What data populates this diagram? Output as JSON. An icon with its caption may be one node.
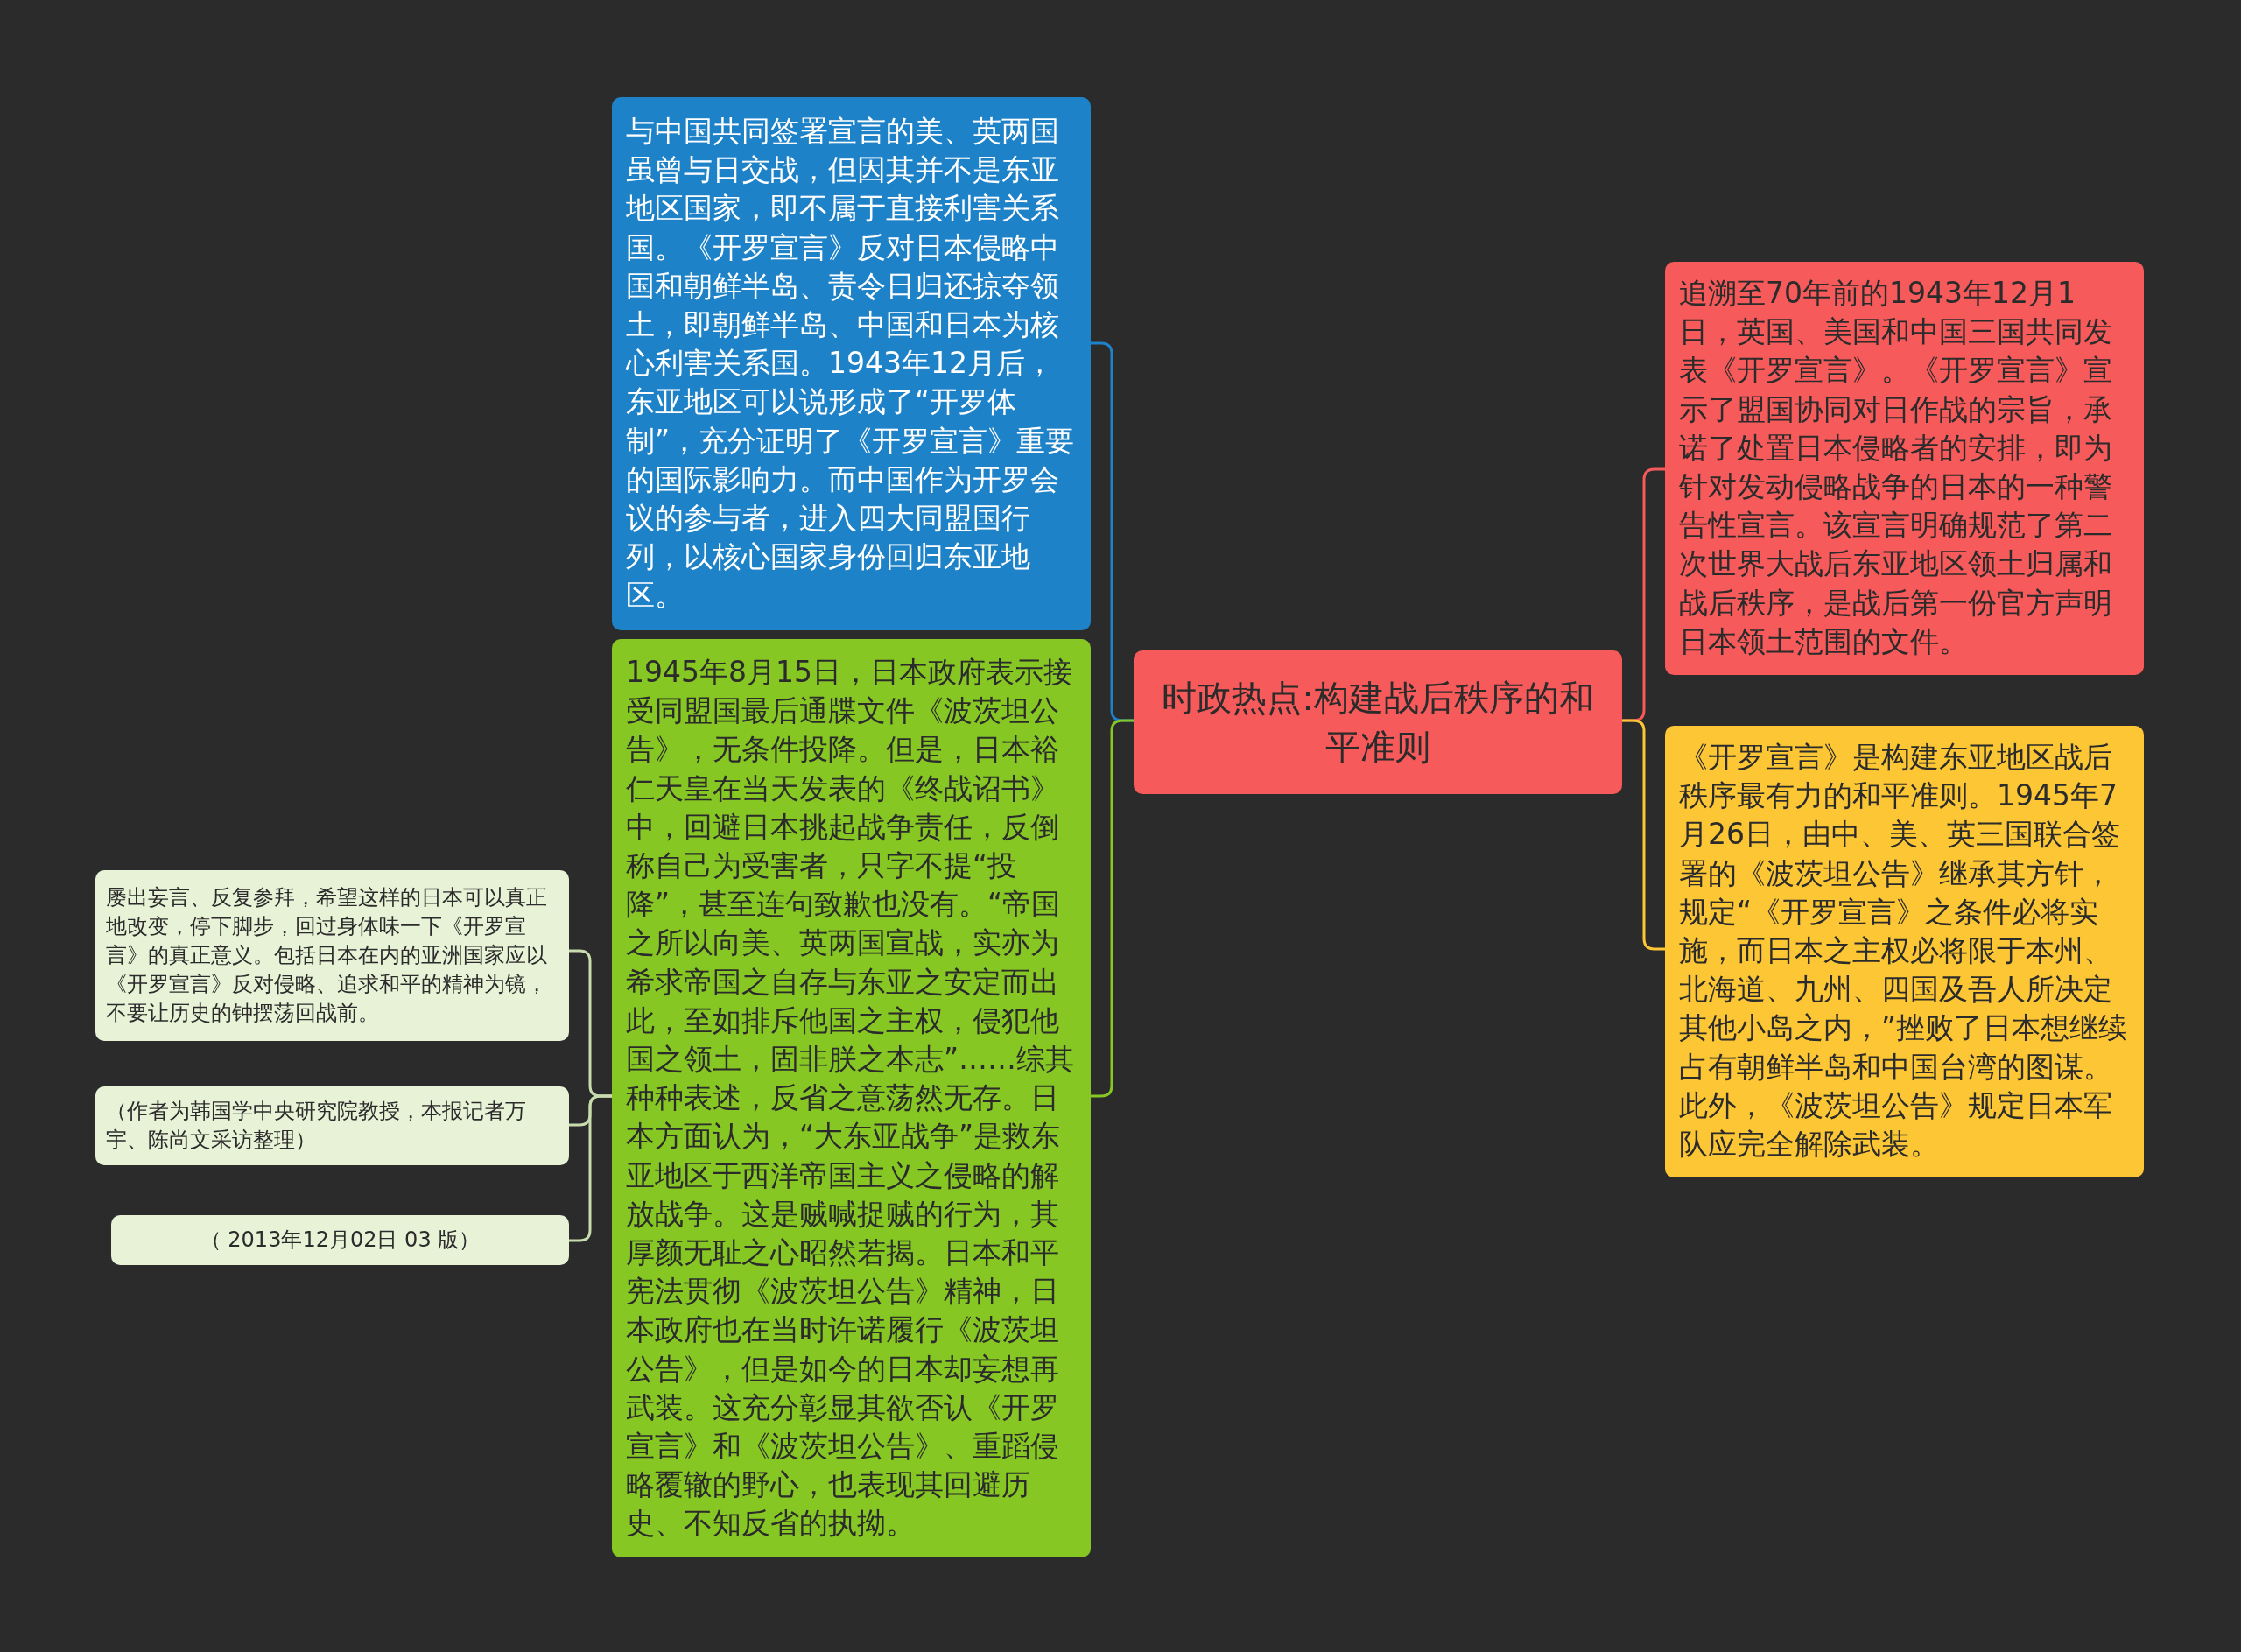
{
  "diagram": {
    "nodes": [
      {
        "text": [
          "时政热点:构建战后秩序的和平准则"
        ]
      },
      {
        "text": [
          "与中国共同签署宣言的美、英两国虽曾与日交战，但因其并不是东亚地区国家，即不属于直接利害关系国。《开罗宣言》反对日本侵略中国和朝鲜半岛、责令日归还掠夺领土，即朝鲜半岛、中国和日本为核心利害关系国。1943年12月后，东亚地区可以说形成了“开罗体制”，充分证明了《开罗宣言》重要的国际影响力。而中国作为开罗会议的参与者，进入四大同盟国行列，以核心国家身份回归东亚地区。"
        ]
      },
      {
        "text": [
          "1945年8月15日，日本政府表示接受同盟国最后通牒文件《波茨坦公告》，无条件投降。但是，日本裕仁天皇在当天发表的《终战诏书》中，回避日本挑起战争责任，反倒称自己为受害者，只字不提“投降”，甚至连句致歉也没有。“帝国之所以向美、英两国宣战，实亦为希求帝国之自存与东亚之安定而出此，至如排斥他国之主权，侵犯他国之领土，固非朕之本志”……综其种种表述，反省之意荡然无存。日本方面认为，“大东亚战争”是救东亚地区于西洋帝国主义之侵略的解放战争。这是贼喊捉贼的行为，其厚颜无耻之心昭然若揭。日本和平宪法贯彻《波茨坦公告》精神，日本政府也在当时许诺履行《波茨坦公告》，但是如今的日本却妄想再武装。这充分彰显其欲否认《开罗宣言》和《波茨坦公告》、重蹈侵略覆辙的野心，也表现其回避历史、不知反省的执拗。"
        ]
      },
      {
        "text": [
          "屡出妄言、反复参拜，希望这样的日本可以真正地改变，停下脚步，回过身体味一下《开罗宣言》的真正意义。包括日本在内的亚洲国家应以《开罗宣言》反对侵略、追求和平的精神为镜，不要让历史的钟摆荡回战前。"
        ]
      },
      {
        "text": [
          "（作者为韩国学中央研究院教授，本报记者万宇、陈尚文采访整理）"
        ]
      },
      {
        "text": [
          "（ 2013年12月02日 03 版）"
        ]
      },
      {
        "text": [
          "追溯至70年前的1943年12月1日，英国、美国和中国三国共同发表《开罗宣言》。《开罗宣言》宣示了盟国协同对日作战的宗旨，承诺了处置日本侵略者的安排，即为针对发动侵略战争的日本的一种警告性宣言。该宣言明确规范了第二次世界大战后东亚地区领土归属和战后秩序，是战后第一份官方声明日本领土范围的文件。"
        ]
      },
      {
        "text": [
          "《开罗宣言》是构建东亚地区战后秩序最有力的和平准则。1945年7月26日，由中、美、英三国联合签署的《波茨坦公告》继承其方针，规定“《开罗宣言》之条件必将实施，而日本之主权必将限于本州、北海道、九州、四国及吾人所决定其他小岛之内，”挫败了日本想继续占有朝鲜半岛和中国台湾的图谋。此外，《波茨坦公告》规定日本军队应完全解除武装。"
        ]
      }
    ],
    "edges": [
      {
        "from": 0,
        "to": 1,
        "arrow": "none",
        "color": "#1e82c8"
      },
      {
        "from": 0,
        "to": 2,
        "arrow": "none",
        "color": "#86c724"
      },
      {
        "from": 2,
        "to": 3,
        "arrow": "none",
        "color": "#c9dcae"
      },
      {
        "from": 2,
        "to": 4,
        "arrow": "none",
        "color": "#c9dcae"
      },
      {
        "from": 2,
        "to": 5,
        "arrow": "none",
        "color": "#c9dcae"
      },
      {
        "from": 0,
        "to": 6,
        "arrow": "none",
        "color": "#f65a5a"
      },
      {
        "from": 0,
        "to": 7,
        "arrow": "none",
        "color": "#fcc634"
      }
    ]
  }
}
